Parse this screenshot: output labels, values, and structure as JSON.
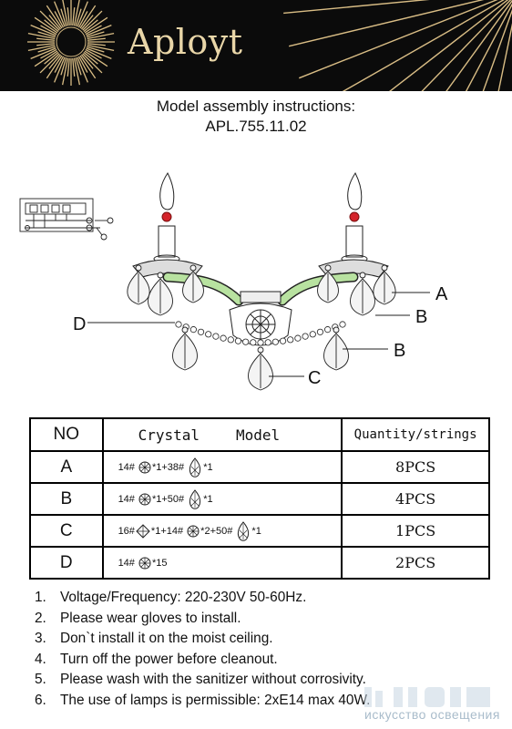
{
  "header": {
    "brand": "Aployt",
    "bg_color": "#0b0b0b",
    "accent_color": "#e9d6a8",
    "logo_icon": "sunburst-icon"
  },
  "title": {
    "line1": "Model assembly instructions:",
    "line2": "APL.755.11.02"
  },
  "diagram": {
    "callouts": [
      "A",
      "B",
      "B",
      "C",
      "D"
    ]
  },
  "table": {
    "headers": {
      "no": "NO",
      "crystal_a": "Crystal",
      "crystal_b": "Model",
      "quantity": "Quantity/strings"
    },
    "rows": [
      {
        "no": "A",
        "p1": "14#",
        "p2": "*1+38#",
        "p3": "*1",
        "qty": "8PCS"
      },
      {
        "no": "B",
        "p1": "14#",
        "p2": "*1+50#",
        "p3": "*1",
        "qty": "4PCS"
      },
      {
        "no": "C",
        "p1": "16#",
        "p2": "*1+14#",
        "p3": "*2+50#",
        "p4": "*1",
        "qty": "1PCS"
      },
      {
        "no": "D",
        "p1": "14#",
        "p2": "*15",
        "qty": "2PCS"
      }
    ]
  },
  "notes": [
    {
      "num": "1.",
      "text": "Voltage/Frequency: 220-230V 50-60Hz."
    },
    {
      "num": "2.",
      "text": "Please wear gloves to install."
    },
    {
      "num": "3.",
      "text": "Don`t install it on the moist ceiling."
    },
    {
      "num": "4.",
      "text": "Turn off the power before cleanout."
    },
    {
      "num": "5.",
      "text": "Please wash with the sanitizer without corrosivity."
    },
    {
      "num": "6.",
      "text": "The use of lamps is permissible: 2xE14 max 40W."
    }
  ],
  "watermark": {
    "text": "искусство освещения"
  }
}
